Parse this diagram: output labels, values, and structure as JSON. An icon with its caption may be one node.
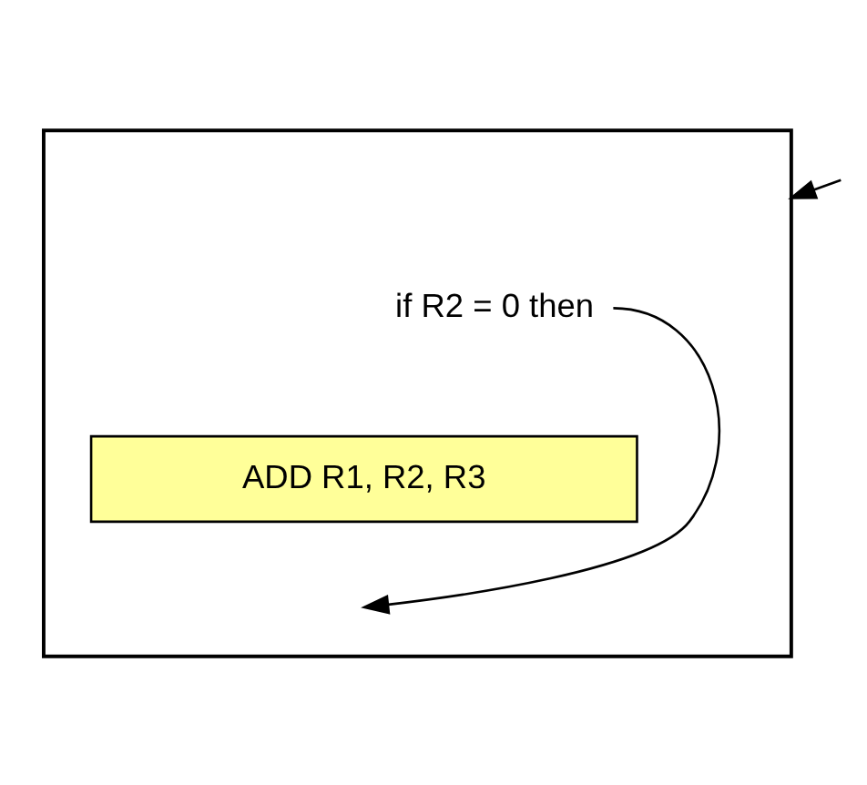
{
  "diagram": {
    "nodes": [
      {
        "text": [],
        "shape": "box"
      },
      {
        "text": [
          "if R2 = 0 then"
        ],
        "in": 0
      },
      {
        "text": [
          "ADD R1, R2, R3"
        ],
        "in": 0
      }
    ],
    "edges": [
      {
        "from": null,
        "to": 0,
        "arrow": "to"
      },
      {
        "from": 1,
        "to": null,
        "arrow": "to"
      }
    ]
  }
}
